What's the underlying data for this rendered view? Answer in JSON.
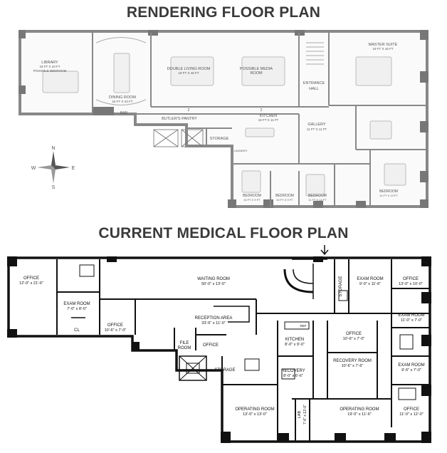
{
  "titles": {
    "rendering": "RENDERING FLOOR PLAN",
    "current": "CURRENT MEDICAL FLOOR PLAN"
  },
  "compass": {
    "n": "N",
    "s": "S",
    "e": "E",
    "w": "W"
  },
  "rendering_rooms": {
    "library": {
      "name": "LIBRARY",
      "size": "19 FT X 23 FT",
      "note": "POSSIBLE BEDROOM"
    },
    "dining": {
      "name": "DINING ROOM",
      "size": "16 FT X 23 FT"
    },
    "double_living": {
      "name": "DOUBLE LIVING ROOM",
      "size": "19 FT X 46 FT"
    },
    "media": {
      "name": "POSSIBLE MEDIA",
      "name2": "ROOM"
    },
    "entrance": {
      "name": "ENTRANCE",
      "name2": "HALL"
    },
    "master": {
      "name": "MASTER SUITE",
      "size": "19 FT X 16 FT"
    },
    "bar": {
      "name": "BAR"
    },
    "butlers": {
      "name": "BUTLER'S PANTRY"
    },
    "kitchen": {
      "name": "KITCHEN",
      "size": "16 FT X 11 FT"
    },
    "gallery": {
      "name": "GALLERY",
      "size": "11 FT X 11 FT"
    },
    "storage": {
      "name": "STORAGE"
    },
    "laundry": {
      "name": "LAUNDRY"
    },
    "bed1": {
      "name": "BEDROOM",
      "size": "10 FT X 9 FT"
    },
    "bed2": {
      "name": "BEDROOM",
      "size": "10 FT X 9 FT"
    },
    "bed3": {
      "name": "BEDROOM",
      "size": "11 FT X 14 FT"
    },
    "bed4": {
      "name": "BEDROOM",
      "size": "11 FT X 13 FT"
    },
    "num2a": "2",
    "num2b": "2"
  },
  "medical_rooms": {
    "office1": {
      "name": "OFFICE",
      "size": "12'-0\" x 21'-6\""
    },
    "exam1": {
      "name": "EXAM ROOM",
      "size": "7'-0\" x 8'-0\""
    },
    "cl": {
      "name": "CL"
    },
    "office2": {
      "name": "OFFICE",
      "size": "10'-6\" x 7'-0\""
    },
    "waiting": {
      "name": "WAITING ROOM",
      "size": "50'-0\" x 13'-0\""
    },
    "reception": {
      "name": "RECEPTION AREA",
      "size": "33'-6\" x 11'-0\""
    },
    "file": {
      "name": "FILE",
      "name2": "ROOM"
    },
    "office3": {
      "name": "OFFICE"
    },
    "storage1": {
      "name": "STORAGE"
    },
    "storage2": {
      "name": "STORAGE"
    },
    "exam2": {
      "name": "EXAM ROOM",
      "size": "9'-0\" x 11'-6\""
    },
    "office4": {
      "name": "OFFICE",
      "size": "13'-0\" x 10'-0\""
    },
    "exam3": {
      "name": "EXAM ROOM",
      "size": "11'-0\" x 7'-0\""
    },
    "exam4": {
      "name": "EXAM ROOM",
      "size": "9'-6\" x 7'-0\""
    },
    "kitchen": {
      "name": "KITCHEN",
      "size": "8'-0\" x 9'-0\""
    },
    "ref": "REF",
    "office5": {
      "name": "OFFICE",
      "size": "10'-6\" x 7'-0\""
    },
    "recovery1": {
      "name": "RECOVERY",
      "size": "8'-0\" x 6'-6\""
    },
    "recovery2": {
      "name": "RECOVERY ROOM",
      "size": "10'-6\" x 7'-6\""
    },
    "oproom1": {
      "name": "OPERATING ROOM",
      "size": "13'-0\" x 13'-0\""
    },
    "lab": {
      "name": "LAB",
      "size": "7'-6\" x 13'-0\""
    },
    "oproom2": {
      "name": "OPERATING ROOM",
      "size": "19'-0\" x 11'-6\""
    },
    "office6": {
      "name": "OFFICE",
      "size": "11'-0\" x 12'-0\""
    },
    "q": "?"
  }
}
